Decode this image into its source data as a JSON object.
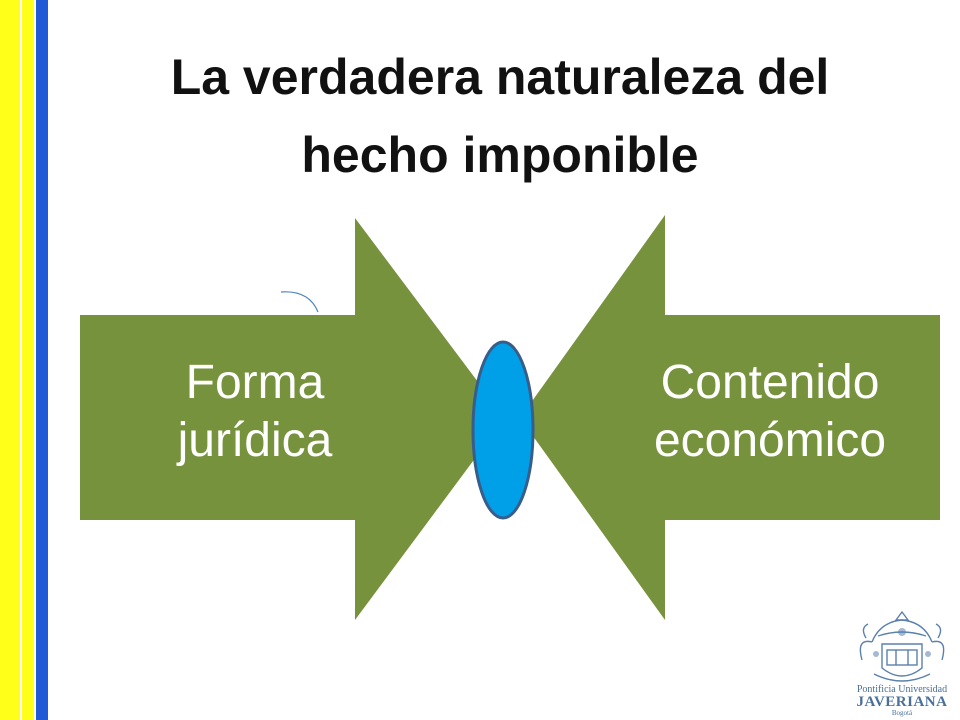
{
  "slide": {
    "title_line1": "La verdadera naturaleza del",
    "title_line2": "hecho imponible"
  },
  "diagram": {
    "left_arrow": {
      "line1": "Forma",
      "line2": "jurídica"
    },
    "right_arrow": {
      "line1": "Contenido",
      "line2": "económico"
    }
  },
  "logo": {
    "line1": "Pontificia Universidad",
    "line2": "JAVERIANA",
    "line3": "Bogotá"
  },
  "colors": {
    "arrow_fill": "#76923c",
    "ellipse_fill": "#00a0e8",
    "ellipse_stroke": "#385d8a",
    "stripe_yellow": "#ffff1a",
    "stripe_blue": "#1f5bd6"
  }
}
